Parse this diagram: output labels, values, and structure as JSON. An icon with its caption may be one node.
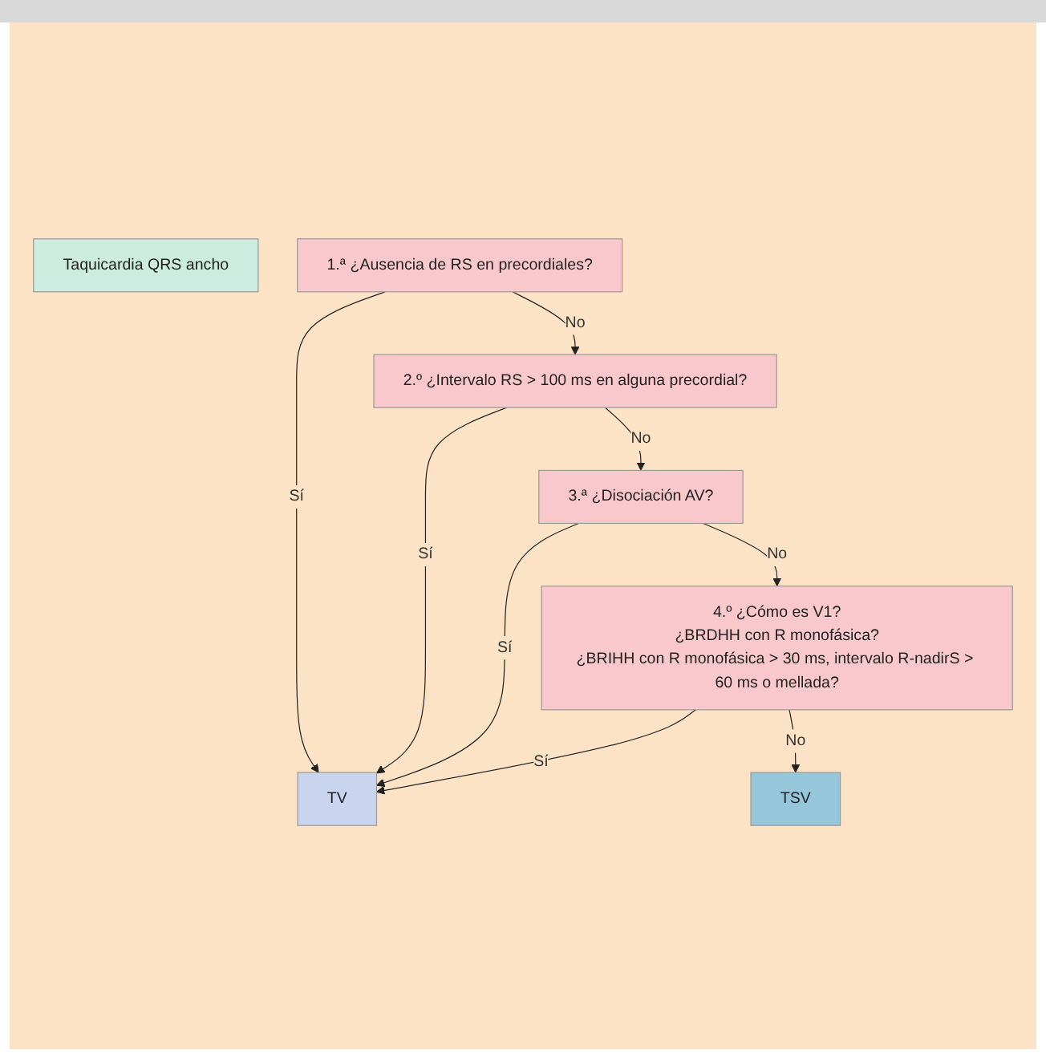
{
  "diagram": {
    "nodes": [
      {
        "text": [
          "Taquicardia QRS ancho"
        ]
      },
      {
        "text": [
          "1.ª ¿Ausencia de RS en precordiales?"
        ]
      },
      {
        "text": [
          "2.º ¿Intervalo RS > 100 ms en alguna precordial?"
        ]
      },
      {
        "text": [
          "3.ª ¿Disociación AV?"
        ]
      },
      {
        "text": [
          "4.º ¿Cómo es V1?",
          "¿BRDHH con R monofásica?",
          "¿BRIHH con R monofásica > 30 ms, intervalo R-nadirS > 60 ms o mellada?"
        ]
      },
      {
        "text": [
          "TV"
        ]
      },
      {
        "text": [
          "TSV"
        ]
      }
    ],
    "edges": [
      {
        "from": 1,
        "to": 5,
        "arrow": "to",
        "label": "Sí"
      },
      {
        "from": 1,
        "to": 2,
        "arrow": "to",
        "label": "No"
      },
      {
        "from": 2,
        "to": 5,
        "arrow": "to",
        "label": "Sí"
      },
      {
        "from": 2,
        "to": 3,
        "arrow": "to",
        "label": "No"
      },
      {
        "from": 3,
        "to": 5,
        "arrow": "to",
        "label": "Sí"
      },
      {
        "from": 3,
        "to": 4,
        "arrow": "to",
        "label": "No"
      },
      {
        "from": 4,
        "to": 5,
        "arrow": "to",
        "label": "Sí"
      },
      {
        "from": 4,
        "to": 6,
        "arrow": "to",
        "label": "No"
      }
    ]
  }
}
